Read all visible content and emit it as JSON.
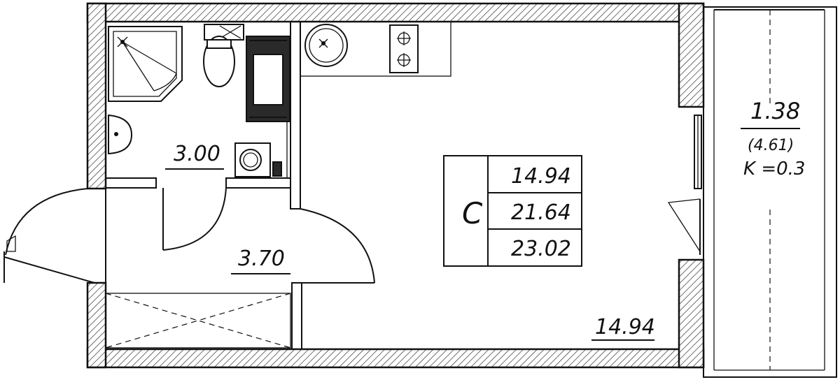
{
  "rooms": {
    "bathroom": {
      "area": "3.00"
    },
    "hallway": {
      "area": "3.70"
    },
    "living": {
      "area": "14.94"
    },
    "balcony": {
      "area": "1.38",
      "full_area": "(4.61)",
      "coefficient": "K =0.3"
    }
  },
  "summary_table": {
    "type_letter": "C",
    "living_area": "14.94",
    "total_area": "21.64",
    "total_with_balcony": "23.02"
  }
}
